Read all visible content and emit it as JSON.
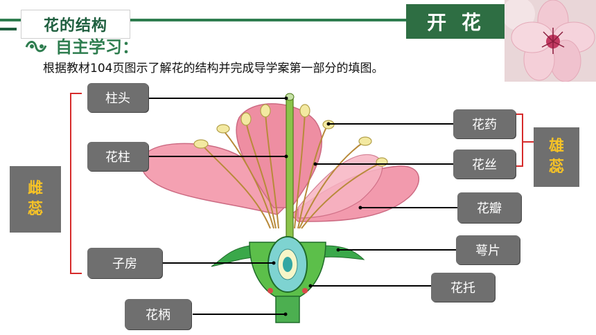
{
  "header": {
    "title": "花的结构",
    "section_tab": "开 花",
    "subtitle": "自主学习：",
    "instruction": "根据教材104页图示了解花的结构并完成导学案第一部分的填图。"
  },
  "diagram": {
    "labels": {
      "stigma": "柱头",
      "style": "花柱",
      "ovary": "子房",
      "pedicel": "花柄",
      "anther": "花药",
      "filament": "花丝",
      "petal": "花瓣",
      "sepal": "萼片",
      "receptacle": "花托"
    },
    "groups": {
      "pistil": [
        "雌",
        "蕊"
      ],
      "stamen": [
        "雄",
        "蕊"
      ]
    }
  },
  "colors": {
    "brand_green": "#2e7d4f",
    "label_bg": "#6f6f6f",
    "group_text": "#f7c326",
    "bracket": "#d62b2b",
    "petal_pink": "#f08aa0"
  }
}
